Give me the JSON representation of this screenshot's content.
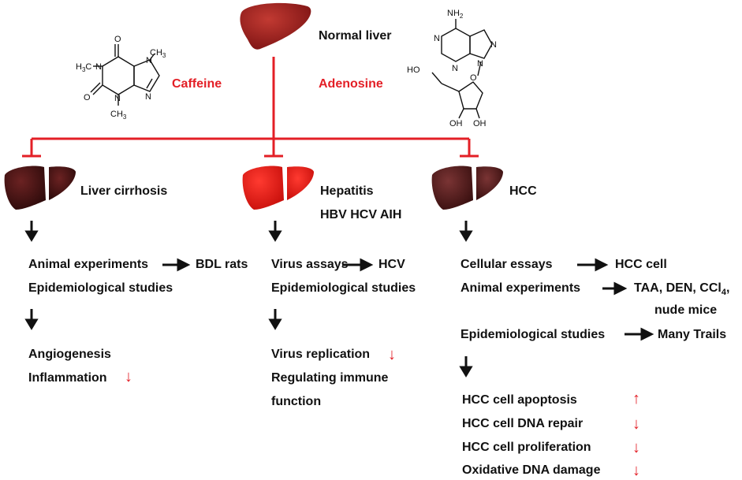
{
  "top": {
    "normal_liver": "Normal liver",
    "caffeine": "Caffeine",
    "adenosine": "Adenosine",
    "caffeine_atoms": {
      "o": "O",
      "n": "N",
      "ch3": "CH",
      "h3c": "H",
      "sub3": "3",
      "c": "C"
    },
    "adenosine_atoms": {
      "nh2": "NH",
      "sub2": "2",
      "n": "N",
      "o": "O",
      "ho": "HO",
      "oh": "OH"
    }
  },
  "col1": {
    "title": "Liver cirrhosis",
    "line1": "Animal experiments",
    "line1_target": "BDL rats",
    "line2": "Epidemiological studies",
    "effects": [
      {
        "label": "Angiogenesis",
        "arrow": ""
      },
      {
        "label": "Inflammation",
        "arrow": "↓"
      }
    ]
  },
  "col2": {
    "title": "Hepatitis",
    "subtitle": "HBV HCV AIH",
    "line1": "Virus assays",
    "line1_target": "HCV",
    "line2": "Epidemiological studies",
    "effects": [
      {
        "label": "Virus replication",
        "arrow": "↓"
      },
      {
        "label": "Regulating immune",
        "arrow": ""
      },
      {
        "label": "function",
        "arrow": ""
      }
    ]
  },
  "col3": {
    "title": "HCC",
    "line1": "Cellular essays",
    "line1_target": "HCC cell",
    "line2": "Animal experiments",
    "line2_target": "TAA, DEN,  CCl",
    "line2_target_sub": "4",
    "line2_target_tail": ",",
    "line2_target_line2": "nude mice",
    "line3": "Epidemiological studies",
    "line3_target": "Many Trails",
    "effects": [
      {
        "label": "HCC cell apoptosis",
        "arrow": "↑"
      },
      {
        "label": "HCC cell DNA repair",
        "arrow": "↓"
      },
      {
        "label": "HCC cell proliferation",
        "arrow": "↓"
      },
      {
        "label": "Oxidative DNA damage",
        "arrow": "↓"
      }
    ]
  },
  "colors": {
    "inhibit": "#e31f26",
    "normal_liver": "#9e1c1c",
    "cirrhosis_liver": "#4a1414",
    "hepatitis_liver": "#f01a16",
    "hcc_liver": "#5a1f1f"
  }
}
